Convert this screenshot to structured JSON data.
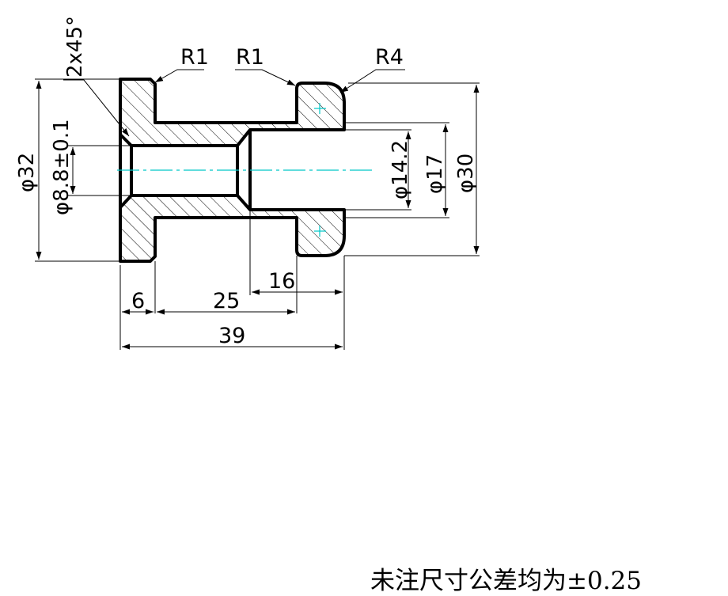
{
  "drawing": {
    "leaders": {
      "chamfer": "2x45°",
      "radius_flange": "R1",
      "radius_collar": "R1",
      "radius_outer": "R4"
    },
    "diameters": {
      "flange": "φ32",
      "bore_small": "φ8.8±0.1",
      "bore_large": "φ14.2",
      "collar_inner": "φ17",
      "collar_outer": "φ30"
    },
    "lengths": {
      "flange": "6",
      "middle": "25",
      "counterbore": "16",
      "total": "39"
    },
    "colors": {
      "outline": "#000000",
      "centerline": "#00c8c8"
    }
  },
  "note": "未注尺寸公差均为±0.25"
}
